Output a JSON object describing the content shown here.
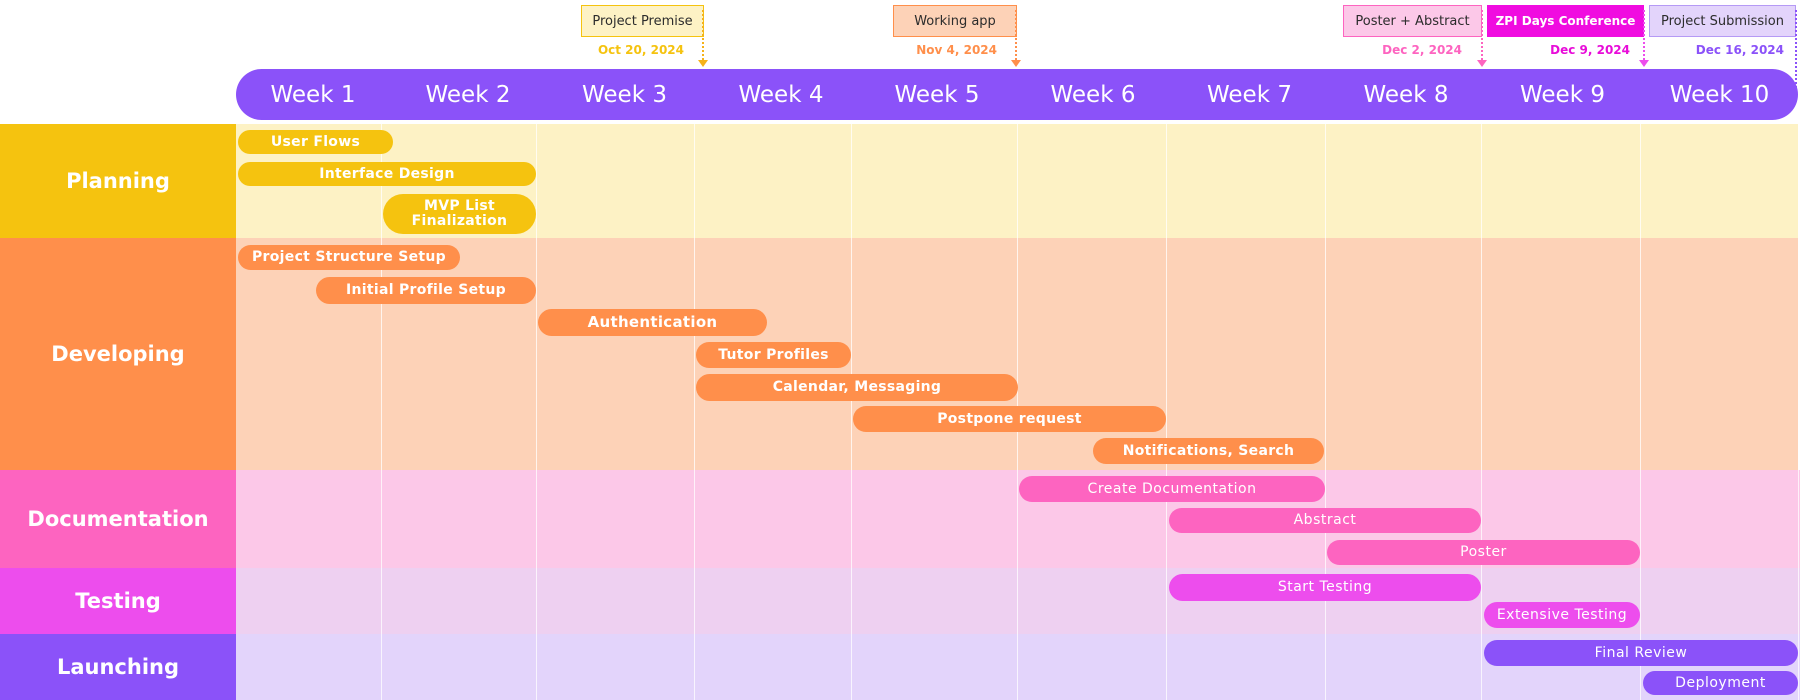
{
  "colors": {
    "planning": "#f5c30f",
    "planning_bg": "#fdf2c5",
    "developing": "#ff8f4b",
    "developing_bg": "#fdd2b7",
    "documentation": "#fd64c0",
    "documentation_bg": "#fcc8e8",
    "testing": "#ed4ded",
    "testing_bg": "#eed0f1",
    "launching": "#8b52f9",
    "launching_bg": "#e3d4fb",
    "header": "#8b52f9"
  },
  "weeks": [
    "Week 1",
    "Week 2",
    "Week 3",
    "Week 4",
    "Week 5",
    "Week 6",
    "Week 7",
    "Week 8",
    "Week 9",
    "Week 10"
  ],
  "milestones": [
    {
      "label": "Project Premise",
      "date": "Oct 20, 2024"
    },
    {
      "label": "Working app",
      "date": "Nov 4, 2024"
    },
    {
      "label": "Poster + Abstract",
      "date": "Dec 2, 2024"
    },
    {
      "label": "ZPI Days Conference",
      "date": "Dec 9, 2024"
    },
    {
      "label": "Project Submission",
      "date": "Dec 16, 2024"
    }
  ],
  "phases": [
    {
      "name": "Planning",
      "tasks": [
        "User Flows",
        "Interface Design",
        "MVP List Finalization"
      ]
    },
    {
      "name": "Developing",
      "tasks": [
        "Project Structure Setup",
        "Initial Profile Setup",
        "Authentication",
        "Tutor Profiles",
        "Calendar, Messaging",
        "Postpone request",
        "Notifications, Search"
      ]
    },
    {
      "name": "Documentation",
      "tasks": [
        "Create Documentation",
        "Abstract",
        "Poster"
      ]
    },
    {
      "name": "Testing",
      "tasks": [
        "Start Testing",
        "Extensive Testing"
      ]
    },
    {
      "name": "Launching",
      "tasks": [
        "Final Review",
        "Deployment"
      ]
    }
  ]
}
